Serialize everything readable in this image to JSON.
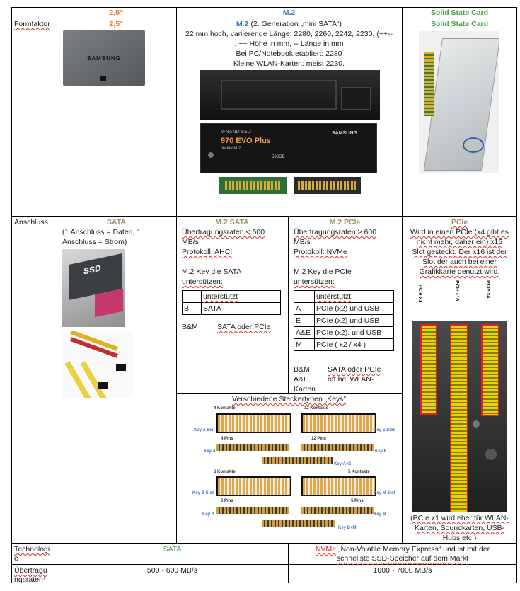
{
  "header": {
    "col2": "2,5‘‘",
    "col3": "M.2",
    "col4": "Solid State Card"
  },
  "row_formfaktor": {
    "label": "Formfaktor",
    "c2_title": "2,5‘‘",
    "c3_title_main": "M.2",
    "c3_title_rest": " (2. Generation „mini SATA“)",
    "c3_lines": [
      "22 mm hoch, variierende Länge: 2280, 2260, 2242, 2230. (++--",
      ", ++ Höhe in mm, -- Länge in mm",
      "Bei PC/Notebook etabliert: 2280",
      "Kleine WLAN-Karten: meist 2230."
    ],
    "c4_title": "Solid State Card",
    "ssd_brand": "SAMSUNG",
    "m2_brand": "SAMSUNG",
    "m2_model": "970 EVO Plus",
    "m2_sub": "V-NAND SSD",
    "m2_nvme": "NVMe M.2",
    "m2_cap": "500GB"
  },
  "row_anschluss": {
    "label": "Anschluss",
    "sata_title": "SATA",
    "sata_lines": [
      "(1 Anschluss = Daten, 1",
      "Anschluss = Strom)"
    ],
    "sata_badge": "SSD",
    "m2sata_title": "M.2 SATA",
    "m2sata_lines": [
      "Übertragungsraten < 600",
      "MB/s",
      "Protokoll: AHCI",
      "",
      "M.2 Key die SATA",
      "untersützen:"
    ],
    "m2sata_keys": [
      [
        "",
        "unterstützt"
      ],
      [
        "B",
        "SATA"
      ]
    ],
    "m2sata_after": [
      "B&M",
      "SATA oder PCIe"
    ],
    "m2pcie_title": "M.2 PCIe",
    "m2pcie_lines": [
      "Übertragungsraten > 600",
      "MB/s",
      "Protokoll: NVMe",
      "",
      "M.2 Key die PCIe",
      "untersützen:"
    ],
    "m2pcie_keys": [
      [
        "",
        "unterstützt"
      ],
      [
        "A",
        "PCIe (x2) und USB"
      ],
      [
        "E",
        "PCIe (x2) und USB"
      ],
      [
        "A&E",
        "PCIe (x2), und USB"
      ],
      [
        "M",
        "PCIe ( x2 / x4 )"
      ]
    ],
    "m2pcie_after": [
      [
        "B&M",
        "SATA oder PCIe"
      ],
      [
        "A&E",
        "oft bei WLAN-"
      ]
    ],
    "m2pcie_after3": "Karten",
    "pcie_title": "PCIe",
    "pcie_lines": [
      "Wird in einen PCIe (x4 gibt es",
      "nicht mehr, daher ein) x16",
      "Slot gesteckt. Der x16 ist der",
      "Slot der auch bei einer",
      "Grafikkarte genutzt wird."
    ],
    "pcie_slot_labels": [
      "PCIe x1",
      "PCIe x16",
      "PCIe x4"
    ],
    "pcie_bottom": [
      "(PCIe x1 wird eher für WLAN-",
      "Karten, Soundkarten, USB-",
      "Hubs etc.)"
    ],
    "keys_title": "Verschiedene Steckertypen „Keys“",
    "keys_labels": {
      "k4": "4 Kontakte",
      "k12": "12 Kontakte",
      "slotA": "Key A Slot",
      "slotE": "Key E Slot",
      "p4": "4 Pins",
      "p12": "12 Pins",
      "keyA": "Key A",
      "keyE": "Key E",
      "keyAE": "Key A+E",
      "k6": "6 Kontakte",
      "k5": "5 Kontakte",
      "slotB": "Key B Slot",
      "slotM": "Key M Slot",
      "p6": "6 Pins",
      "p5": "5 Pins",
      "keyB": "Key B",
      "keyM": "Key M",
      "keyBM": "Key B+M"
    }
  },
  "row_tech": {
    "label1": "Technologi",
    "label2": "e",
    "sata": "SATA",
    "nvme_word": "NVMe",
    "nvme_rest": " „Non-Volatile Memory Express“ und ist mit der",
    "nvme_line2": "schnellste SSD-Speicher auf dem Markt"
  },
  "row_rate": {
    "label1": "Übertragu",
    "label2": "ngsraten*",
    "sata": "500 - 600 MB/s",
    "nvme": "1000 - 7000 MB/s"
  }
}
